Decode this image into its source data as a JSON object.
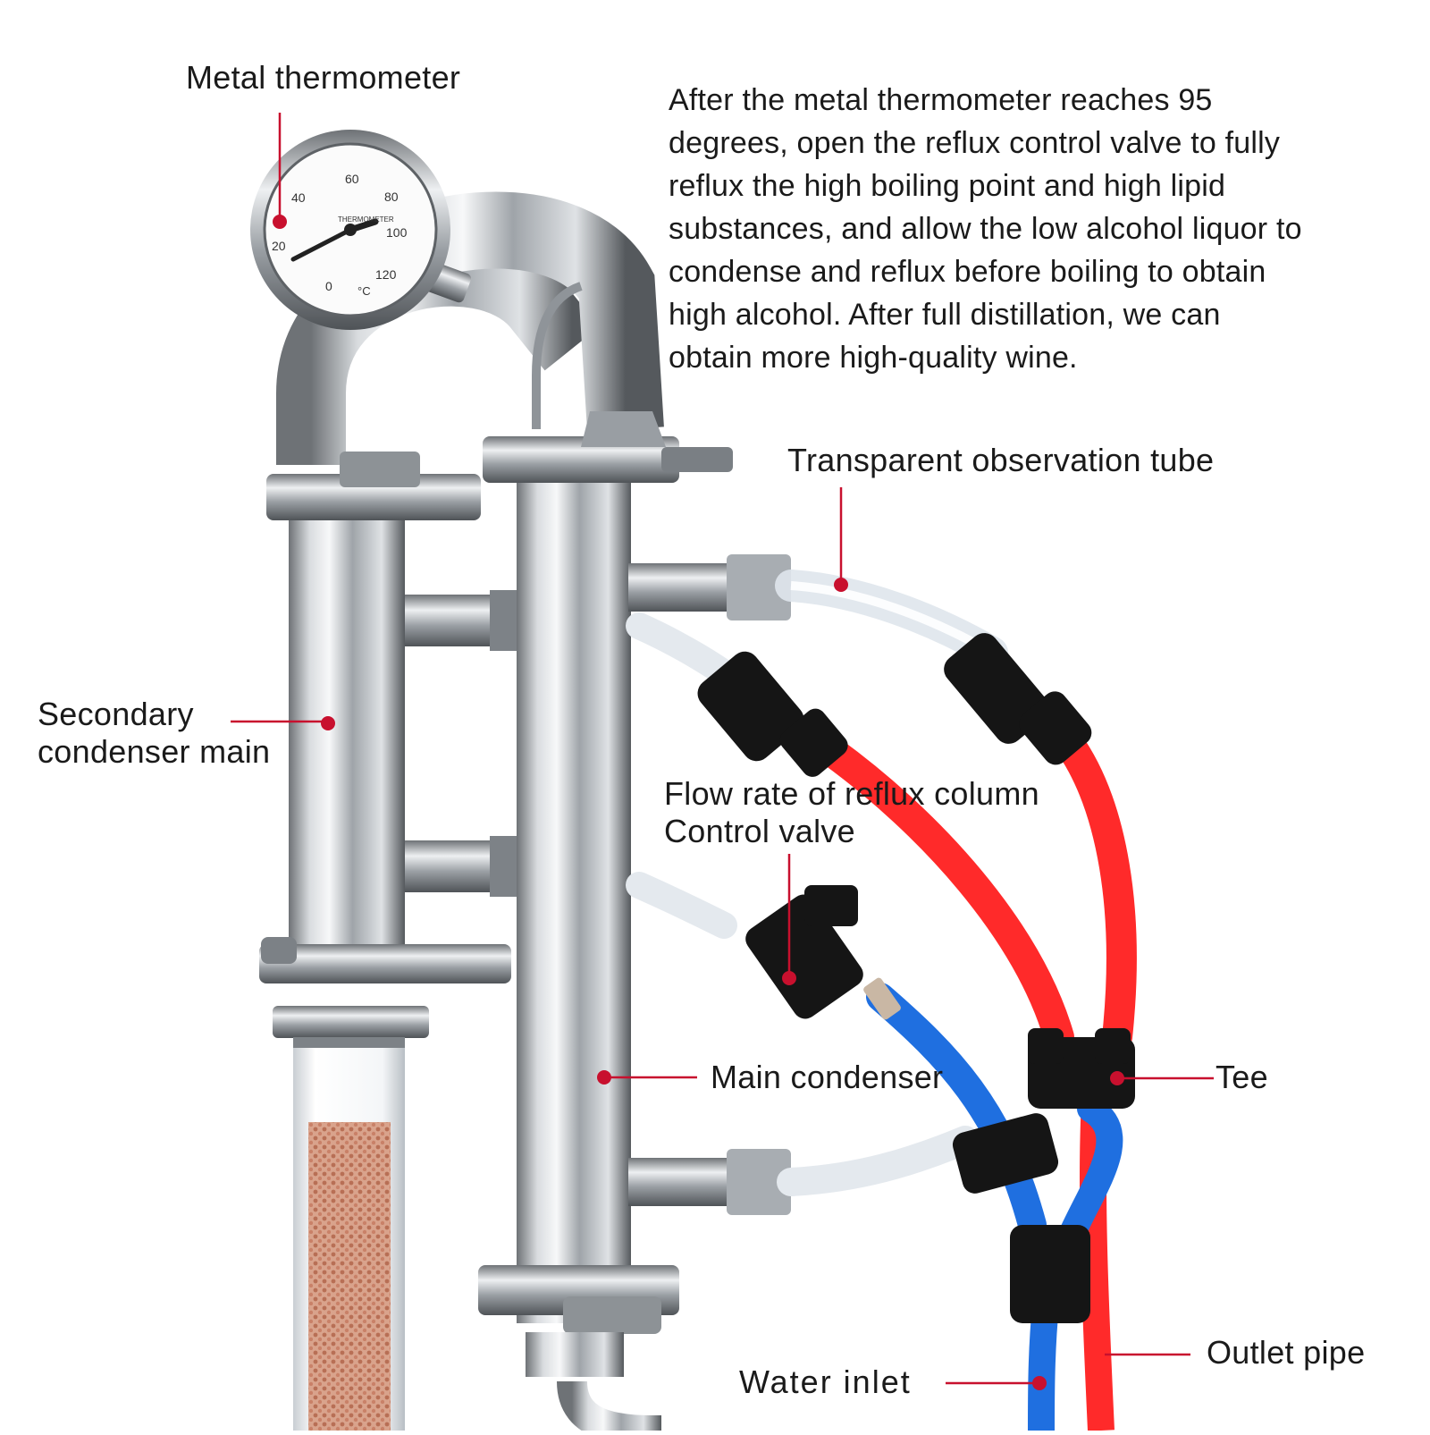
{
  "description_lines": [
    "After the metal thermometer reaches 95",
    "degrees, open the reflux control valve to fully",
    "reflux the high boiling point and high lipid",
    "substances, and allow the low alcohol liquor to",
    "condense and reflux before boiling to obtain",
    "high alcohol. After full distillation, we can",
    "obtain more high-quality wine."
  ],
  "labels": {
    "metal_thermometer": "Metal thermometer",
    "transparent_tube": "Transparent observation tube",
    "secondary_condenser_line1": "Secondary",
    "secondary_condenser_line2": "condenser main",
    "flow_rate_line1": "Flow rate of reflux column",
    "flow_rate_line2": "Control valve",
    "main_condenser": "Main condenser",
    "tee": "Tee",
    "outlet_pipe": "Outlet pipe",
    "water_inlet": "Water inlet"
  },
  "colors": {
    "annotation": "#c8102e",
    "hose_red": "#ff2a2a",
    "hose_blue": "#1f6fe0",
    "steel": "#b9bcc0",
    "fitting": "#151515"
  },
  "thermometer_dial": [
    "20",
    "40",
    "60",
    "80",
    "100",
    "120",
    "0",
    "°C",
    "THERMOMETER"
  ]
}
